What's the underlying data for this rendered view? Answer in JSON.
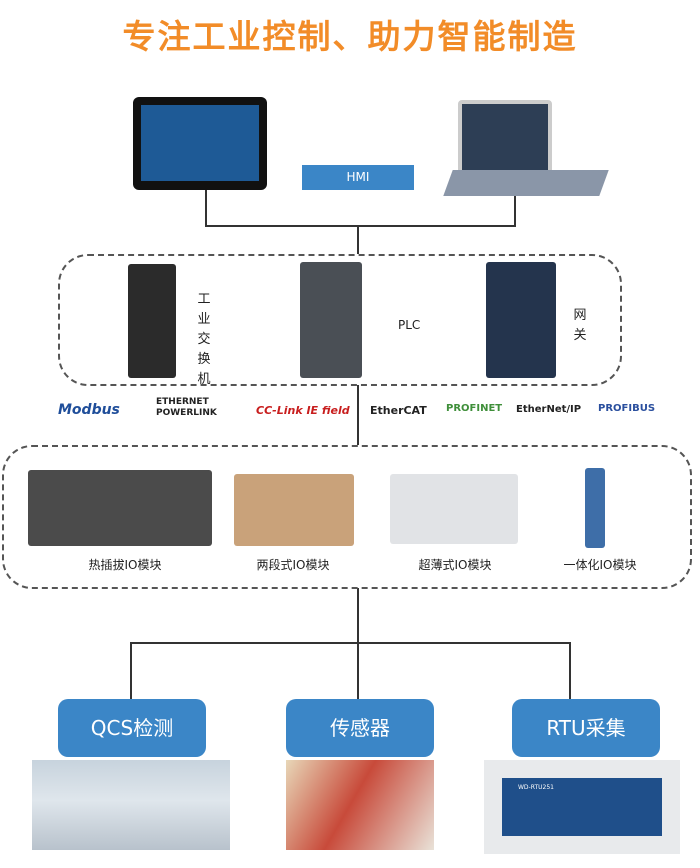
{
  "title": "专注工业控制、助力智能制造",
  "hmi_label": "HMI",
  "network": {
    "switch_label": "工业交换机",
    "plc_label": "PLC",
    "gateway_label": "网关"
  },
  "protocols": [
    "Modbus",
    "ETHERNET POWERLINK",
    "CC-Link IE field",
    "EtherCAT",
    "PROFINET",
    "EtherNet/IP",
    "PROFIBUS"
  ],
  "io_modules": [
    "热插拔IO模块",
    "两段式IO模块",
    "超薄式IO模块",
    "一体化IO模块"
  ],
  "applications": [
    "QCS检测",
    "传感器",
    "RTU采集"
  ],
  "rtu_text": "WD-RTU251",
  "colors": {
    "title": "#f28c28",
    "accent": "#3b86c7"
  }
}
